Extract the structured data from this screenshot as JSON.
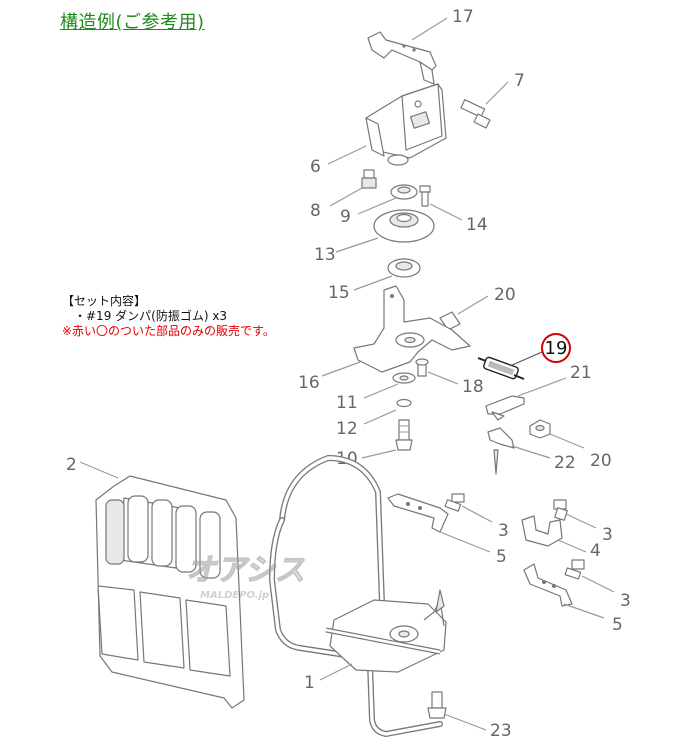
{
  "heading": "構造例(ご参考用)",
  "set_contents": {
    "title": "【セット内容】",
    "item": "・#19 ダンパ(防振ゴム) x3",
    "note": "※赤い〇のついた部品のみの販売です。"
  },
  "highlighted_part": "19",
  "part_labels": {
    "p1": "1",
    "p2": "2",
    "p3a": "3",
    "p3b": "3",
    "p3c": "3",
    "p4": "4",
    "p5a": "5",
    "p5b": "5",
    "p6": "6",
    "p7": "7",
    "p8": "8",
    "p9": "9",
    "p10": "10",
    "p11": "11",
    "p12": "12",
    "p13": "13",
    "p14": "14",
    "p15": "15",
    "p16": "16",
    "p17": "17",
    "p18": "18",
    "p20a": "20",
    "p20b": "20",
    "p21": "21",
    "p22": "22",
    "p23": "23"
  },
  "watermark": {
    "main": "オアシス",
    "sub": "MALDEPO.jp"
  },
  "colors": {
    "heading": "#1e8a1e",
    "note": "#e00000",
    "highlight_circle": "#d40000",
    "lines": "#777777"
  }
}
